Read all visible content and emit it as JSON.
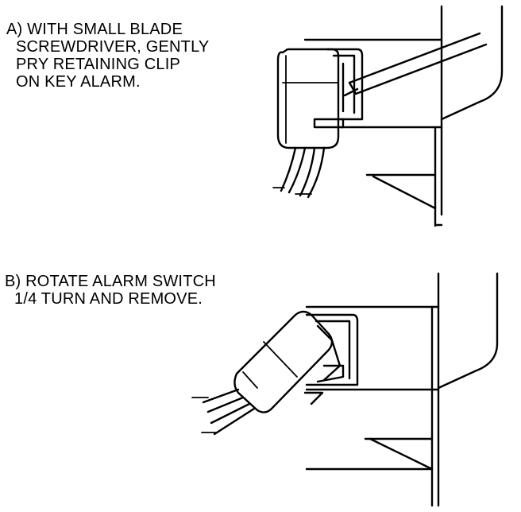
{
  "steps": [
    {
      "lines": [
        "A) WITH SMALL BLADE",
        "SCREWDRIVER, GENTLY",
        "PRY RETAINING CLIP",
        "ON KEY ALARM."
      ]
    },
    {
      "lines": [
        "B) ROTATE ALARM SWITCH",
        "1/4 TURN AND REMOVE."
      ]
    }
  ]
}
